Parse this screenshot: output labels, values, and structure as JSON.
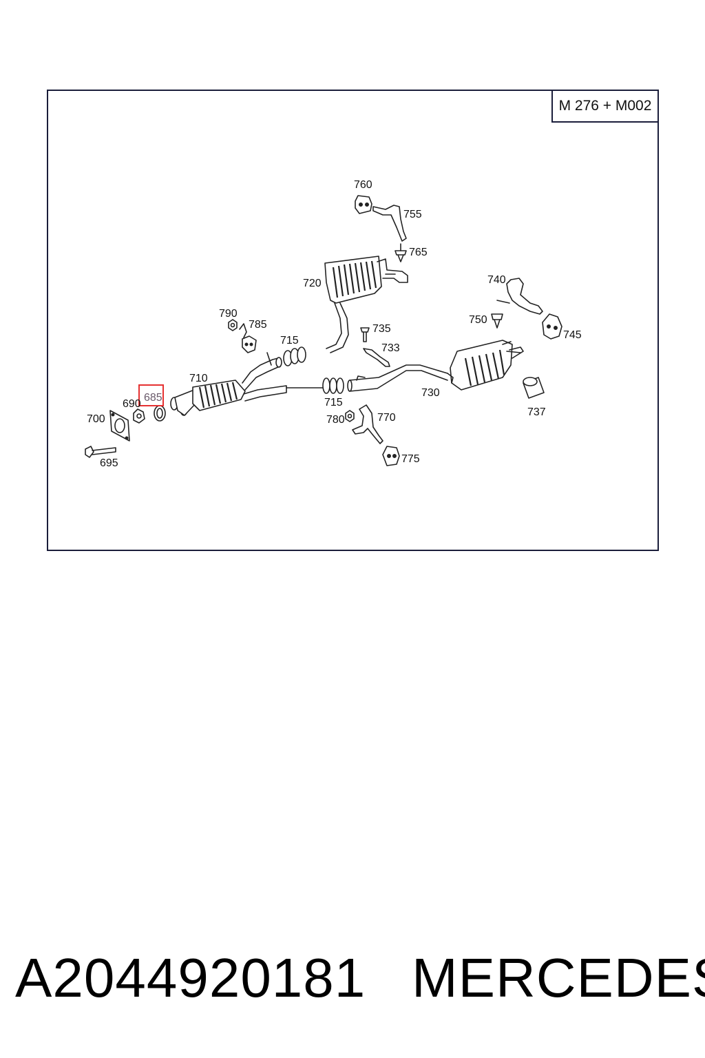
{
  "diagram": {
    "model_code": "M 276 + M002",
    "highlighted_part": "685",
    "callouts": [
      {
        "id": "c760",
        "text": "760"
      },
      {
        "id": "c755",
        "text": "755"
      },
      {
        "id": "c765",
        "text": "765"
      },
      {
        "id": "c720",
        "text": "720"
      },
      {
        "id": "c740",
        "text": "740"
      },
      {
        "id": "c750",
        "text": "750"
      },
      {
        "id": "c745",
        "text": "745"
      },
      {
        "id": "c790",
        "text": "790"
      },
      {
        "id": "c785",
        "text": "785"
      },
      {
        "id": "c715a",
        "text": "715"
      },
      {
        "id": "c735",
        "text": "735"
      },
      {
        "id": "c733",
        "text": "733"
      },
      {
        "id": "c710",
        "text": "710"
      },
      {
        "id": "c685",
        "text": "685"
      },
      {
        "id": "c690",
        "text": "690"
      },
      {
        "id": "c700",
        "text": "700"
      },
      {
        "id": "c715b",
        "text": "715"
      },
      {
        "id": "c730",
        "text": "730"
      },
      {
        "id": "c737",
        "text": "737"
      },
      {
        "id": "c780",
        "text": "780"
      },
      {
        "id": "c770",
        "text": "770"
      },
      {
        "id": "c775",
        "text": "775"
      },
      {
        "id": "c695",
        "text": "695"
      }
    ],
    "highlight_color": "#e53030"
  },
  "footer": {
    "part_number": "A2044920181",
    "brand": "MERCEDES"
  }
}
